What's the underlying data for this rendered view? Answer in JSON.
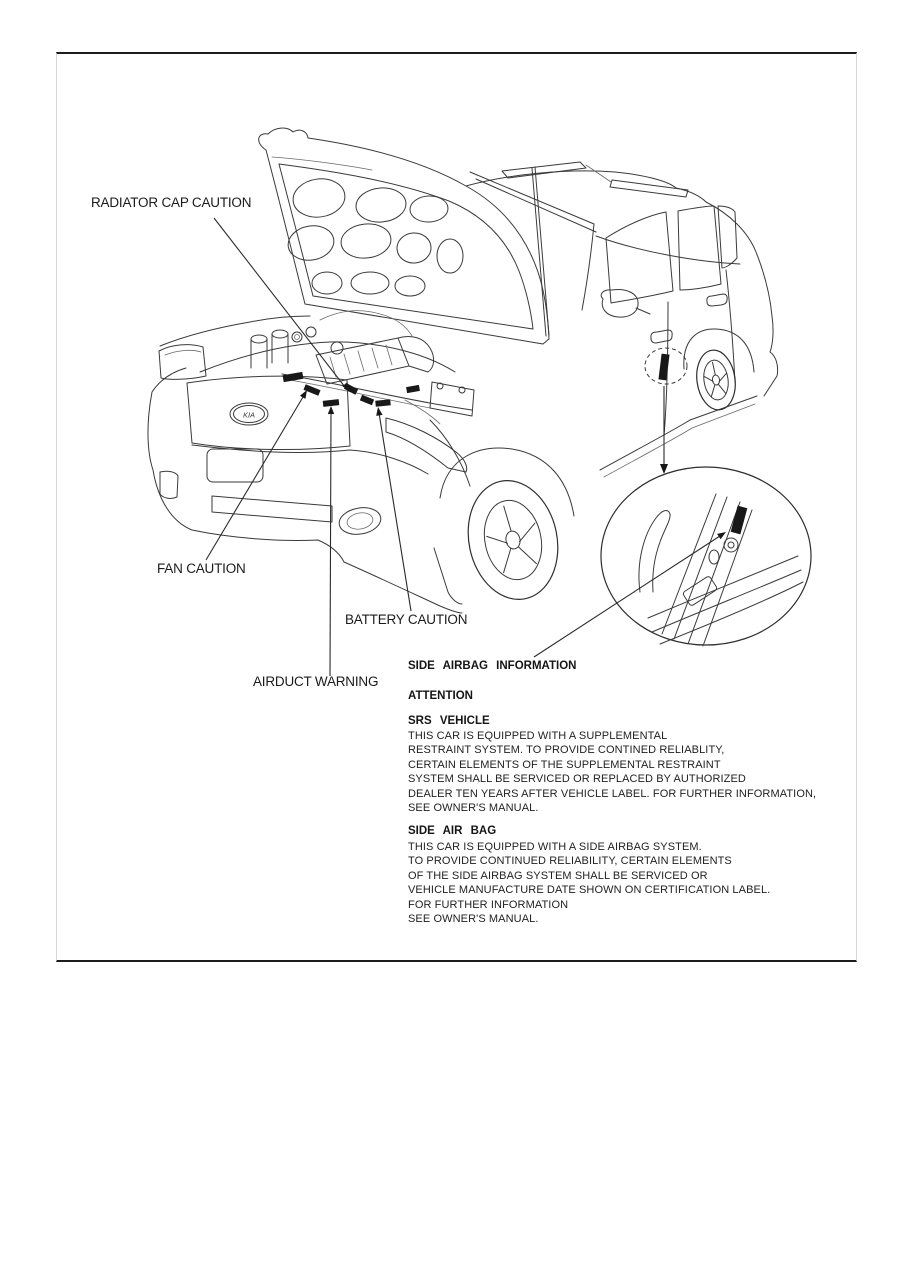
{
  "callouts": {
    "radiator": "RADIATOR CAP CAUTION",
    "fan": "FAN CAUTION",
    "battery": "BATTERY CAUTION",
    "airduct": "AIRDUCT WARNING"
  },
  "airbag_info": {
    "title": "SIDE AIRBAG INFORMATION",
    "attention": "ATTENTION",
    "srs_heading": "SRS VEHICLE",
    "srs_lines": [
      "THIS CAR IS EQUIPPED WITH A SUPPLEMENTAL",
      "RESTRAINT SYSTEM. TO PROVIDE CONTINED RELIABLITY,",
      "CERTAIN ELEMENTS OF THE SUPPLEMENTAL RESTRAINT",
      "SYSTEM SHALL BE SERVICED OR REPLACED BY AUTHORIZED",
      "DEALER TEN YEARS AFTER VEHICLE LABEL. FOR FURTHER INFORMATION,",
      "SEE OWNER'S MANUAL."
    ],
    "side_airbag_heading": "SIDE AIR BAG",
    "side_airbag_lines": [
      "THIS CAR IS EQUIPPED WITH A SIDE AIRBAG SYSTEM.",
      "TO PROVIDE CONTINUED RELIABILITY, CERTAIN ELEMENTS",
      "OF THE SIDE AIRBAG SYSTEM  SHALL BE SERVICED OR",
      "VEHICLE MANUFACTURE DATE SHOWN ON CERTIFICATION LABEL.",
      "FOR FURTHER INFORMATION",
      "SEE OWNER'S MANUAL."
    ]
  },
  "badge_text": "KIA",
  "colors": {
    "line": "#3a3a3a",
    "marker": "#181818",
    "frame": "#1c1c1c"
  }
}
